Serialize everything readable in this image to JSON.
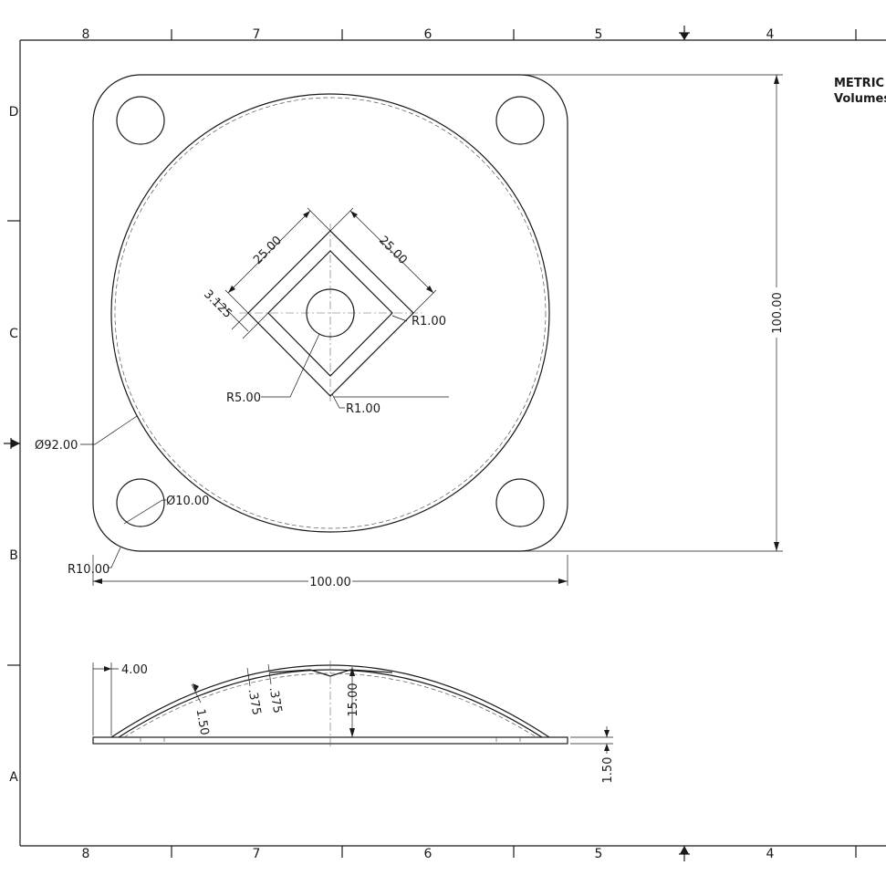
{
  "drawing": {
    "zones": {
      "columns": [
        "8",
        "7",
        "6",
        "5",
        "4"
      ],
      "rows": [
        "D",
        "C",
        "B",
        "A"
      ]
    },
    "notes": {
      "line1": "METRIC",
      "line2": "Volumes"
    },
    "top_view": {
      "plate_width": "100.00",
      "plate_height": "100.00",
      "dome_diameter": "Ø92.00",
      "hole_diameter": "Ø10.00",
      "corner_radius": "R10.00",
      "square_side_a": "25.00",
      "square_side_b": "25.00",
      "offset": "3.125",
      "fillet_right": "R1.00",
      "fillet_bottom": "R1.00",
      "center_hole_radius": "R5.00"
    },
    "side_view": {
      "edge_offset": "4.00",
      "shell_thickness": "1.50",
      "inner_offset_a": ".375",
      "inner_offset_b": ".375",
      "dome_height": "15.00",
      "base_thickness": "1.50"
    }
  }
}
